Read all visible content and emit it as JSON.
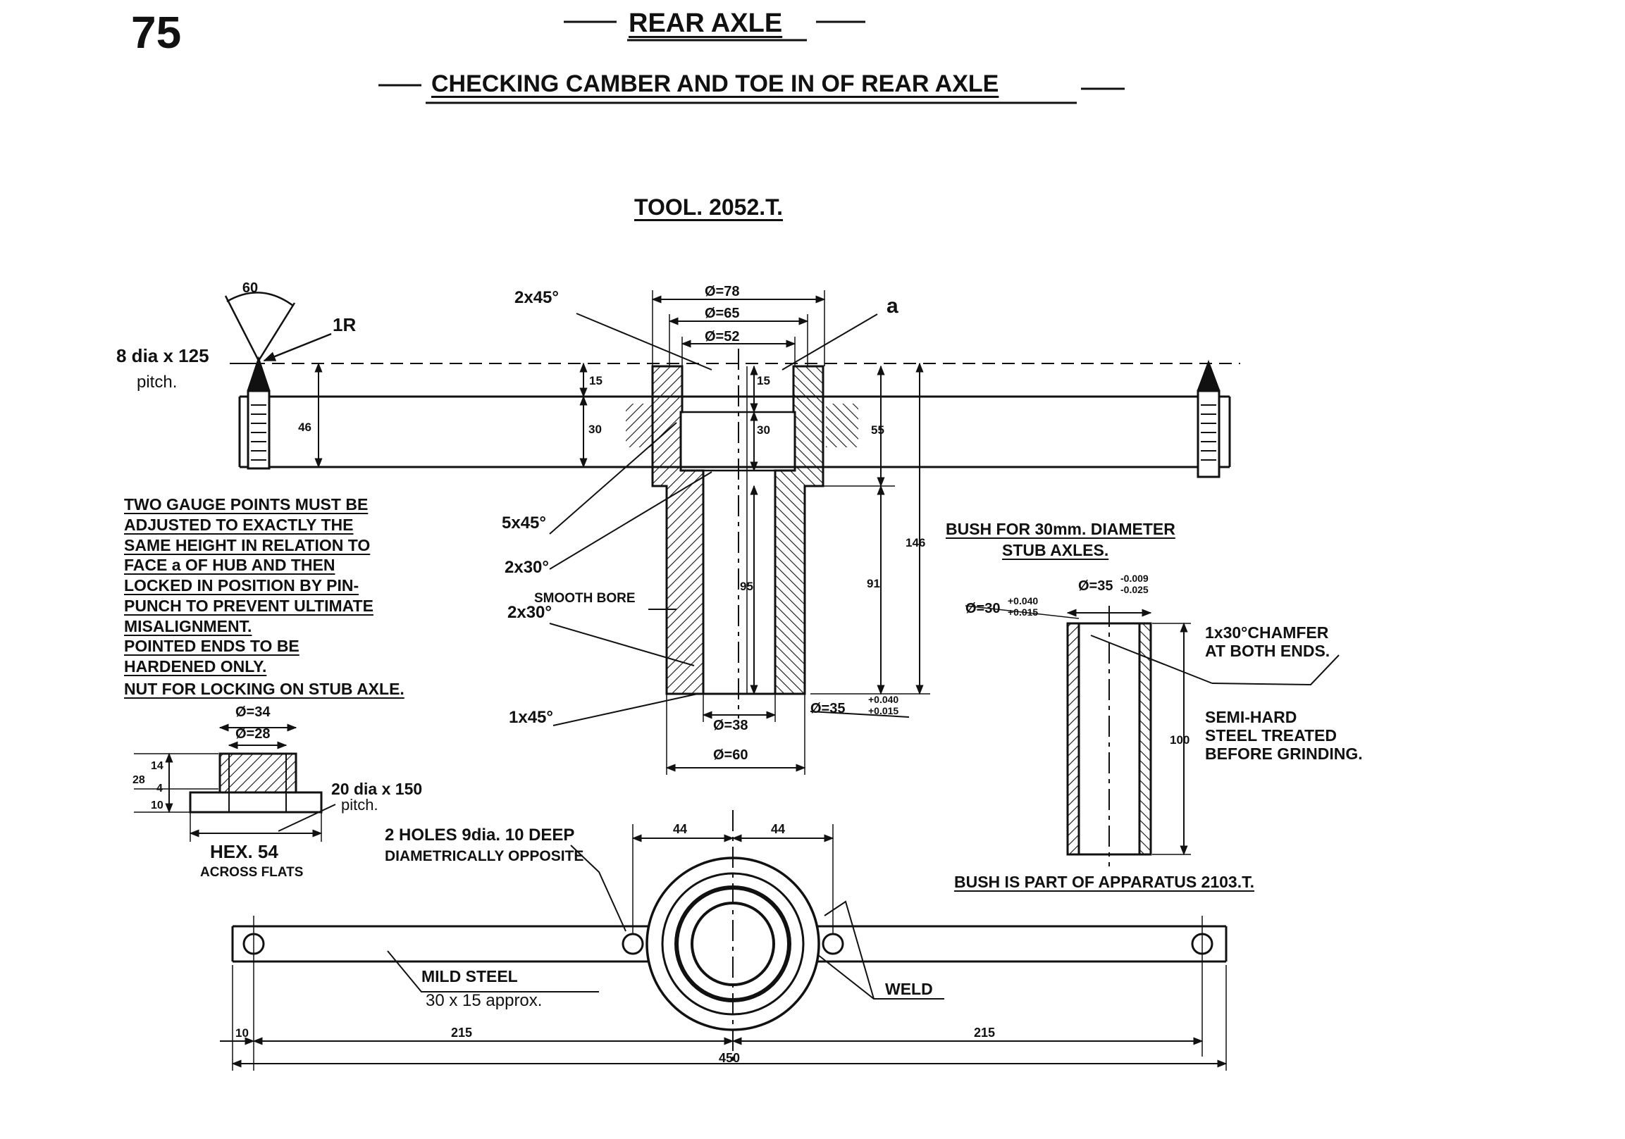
{
  "page_number": "75",
  "header": {
    "section_title": "REAR AXLE",
    "subtitle": "CHECKING CAMBER AND TOE IN OF REAR AXLE"
  },
  "tool_title": "TOOL. 2052.T.",
  "gauge_bar": {
    "thread_label_1": "8 dia x 125",
    "thread_label_2": "pitch.",
    "angle": "60",
    "radius": "1R",
    "dim_height": "46",
    "dim_top": "15",
    "dim_thickness": "30",
    "face_letter": "a"
  },
  "hub": {
    "chamfer_top": "2x45°",
    "chamfer_mid": "5x45°",
    "chamfer_a": "2x30°",
    "smooth_bore": "SMOOTH BORE",
    "chamfer_b": "2x30°",
    "chamfer_bottom": "1x45°",
    "dia_78": "Ø=78",
    "dia_65": "Ø=65",
    "dia_52": "Ø=52",
    "dia_38": "Ø=38",
    "dia_60": "Ø=60",
    "dia_35_tol": "Ø=35",
    "tol_35_upper": "+0.040",
    "tol_35_lower": "+0.015",
    "dim_15": "15",
    "dim_30": "30",
    "dim_55": "55",
    "dim_95": "95",
    "dim_91": "91",
    "dim_146": "146"
  },
  "instructions": [
    "TWO GAUGE POINTS MUST BE",
    "ADJUSTED TO EXACTLY THE",
    "SAME HEIGHT IN RELATION TO",
    "FACE a OF HUB AND THEN",
    "LOCKED IN POSITION BY PIN-",
    "PUNCH TO PREVENT ULTIMATE",
    "MISALIGNMENT.",
    "POINTED ENDS TO BE",
    "HARDENED ONLY."
  ],
  "nut": {
    "heading": "NUT FOR LOCKING ON STUB AXLE.",
    "dia_34": "Ø=34",
    "dia_28": "Ø=28",
    "dim_14": "14",
    "dim_28": "28",
    "dim_4": "4",
    "dim_10": "10",
    "thread_1": "20 dia x 150",
    "thread_2": "pitch.",
    "hex": "HEX. 54",
    "across": "ACROSS FLATS"
  },
  "bush": {
    "heading_1": "BUSH FOR 30mm. DIAMETER",
    "heading_2": "STUB AXLES.",
    "od": "Ø=35",
    "od_tol_upper": "-0.009",
    "od_tol_lower": "-0.025",
    "id": "Ø=30",
    "id_tol_upper": "+0.040",
    "id_tol_lower": "+0.015",
    "chamfer_1": "1x30°CHAMFER",
    "chamfer_2": "AT BOTH ENDS.",
    "material_1": "SEMI-HARD",
    "material_2": "STEEL TREATED",
    "material_3": "BEFORE GRINDING.",
    "length": "100",
    "footer": "BUSH IS PART OF APPARATUS 2103.T."
  },
  "plan_view": {
    "holes_1": "2 HOLES 9dia. 10 DEEP",
    "holes_2": "DIAMETRICALLY OPPOSITE",
    "dim_44_left": "44",
    "dim_44_right": "44",
    "material_1": "MILD STEEL",
    "material_2": "30 x 15 approx.",
    "weld": "WELD",
    "dim_10": "10",
    "dim_215_left": "215",
    "dim_215_right": "215",
    "dim_450": "450"
  }
}
